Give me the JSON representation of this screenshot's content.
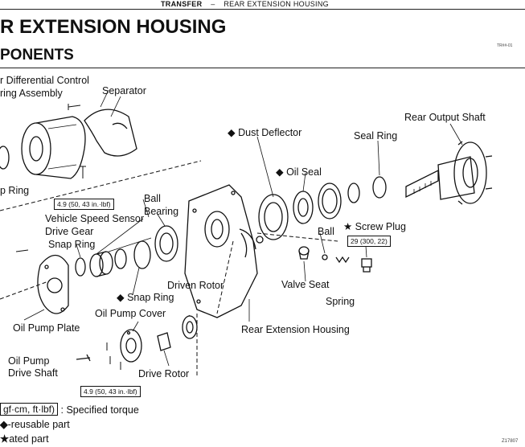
{
  "header": {
    "section": "TRANSFER",
    "separator": "–",
    "subsection": "REAR EXTENSION HOUSING"
  },
  "title": {
    "line1": "R EXTENSION HOUSING",
    "line2": "PONENTS"
  },
  "figure_code_top": "TR##-01",
  "figure_code_bottom": "Z17807",
  "labels": {
    "differential_control_1": "r Differential Control",
    "differential_control_2": "ring Assembly",
    "separator": "Separator",
    "snap_ring_left": "p Ring",
    "dust_deflector": "◆ Dust Deflector",
    "seal_ring": "Seal Ring",
    "rear_output_shaft": "Rear Output Shaft",
    "oil_seal": "◆ Oil Seal",
    "ball_bearing_1": "Ball",
    "ball_bearing_2": "Bearing",
    "vehicle_speed_sensor": "Vehicle Speed Sensor",
    "drive_gear": "Drive Gear",
    "snap_ring_upper": "Snap Ring",
    "ball": "Ball",
    "screw_plug": "★ Screw Plug",
    "snap_ring_lower": "◆ Snap Ring",
    "driven_rotor": "Driven Rotor",
    "valve_seat": "Valve Seat",
    "spring": "Spring",
    "oil_pump_cover": "Oil Pump Cover",
    "oil_pump_plate": "Oil Pump Plate",
    "rear_extension_housing": "Rear Extension Housing",
    "oil_pump_drive_shaft_1": "Oil Pump",
    "oil_pump_drive_shaft_2": "Drive Shaft",
    "drive_rotor": "Drive Rotor"
  },
  "torques": {
    "separator_bolt": "4.9 (50, 43 in.·lbf)",
    "screw_plug": "29 (300, 22)",
    "pump_cover_bolt": "4.9 (50, 43 in.·lbf)"
  },
  "legend": {
    "torque_box": "gf·cm, ft·lbf)",
    "torque_text": ": Specified torque",
    "non_reusable": "-reusable part",
    "precoated": "ated part"
  }
}
